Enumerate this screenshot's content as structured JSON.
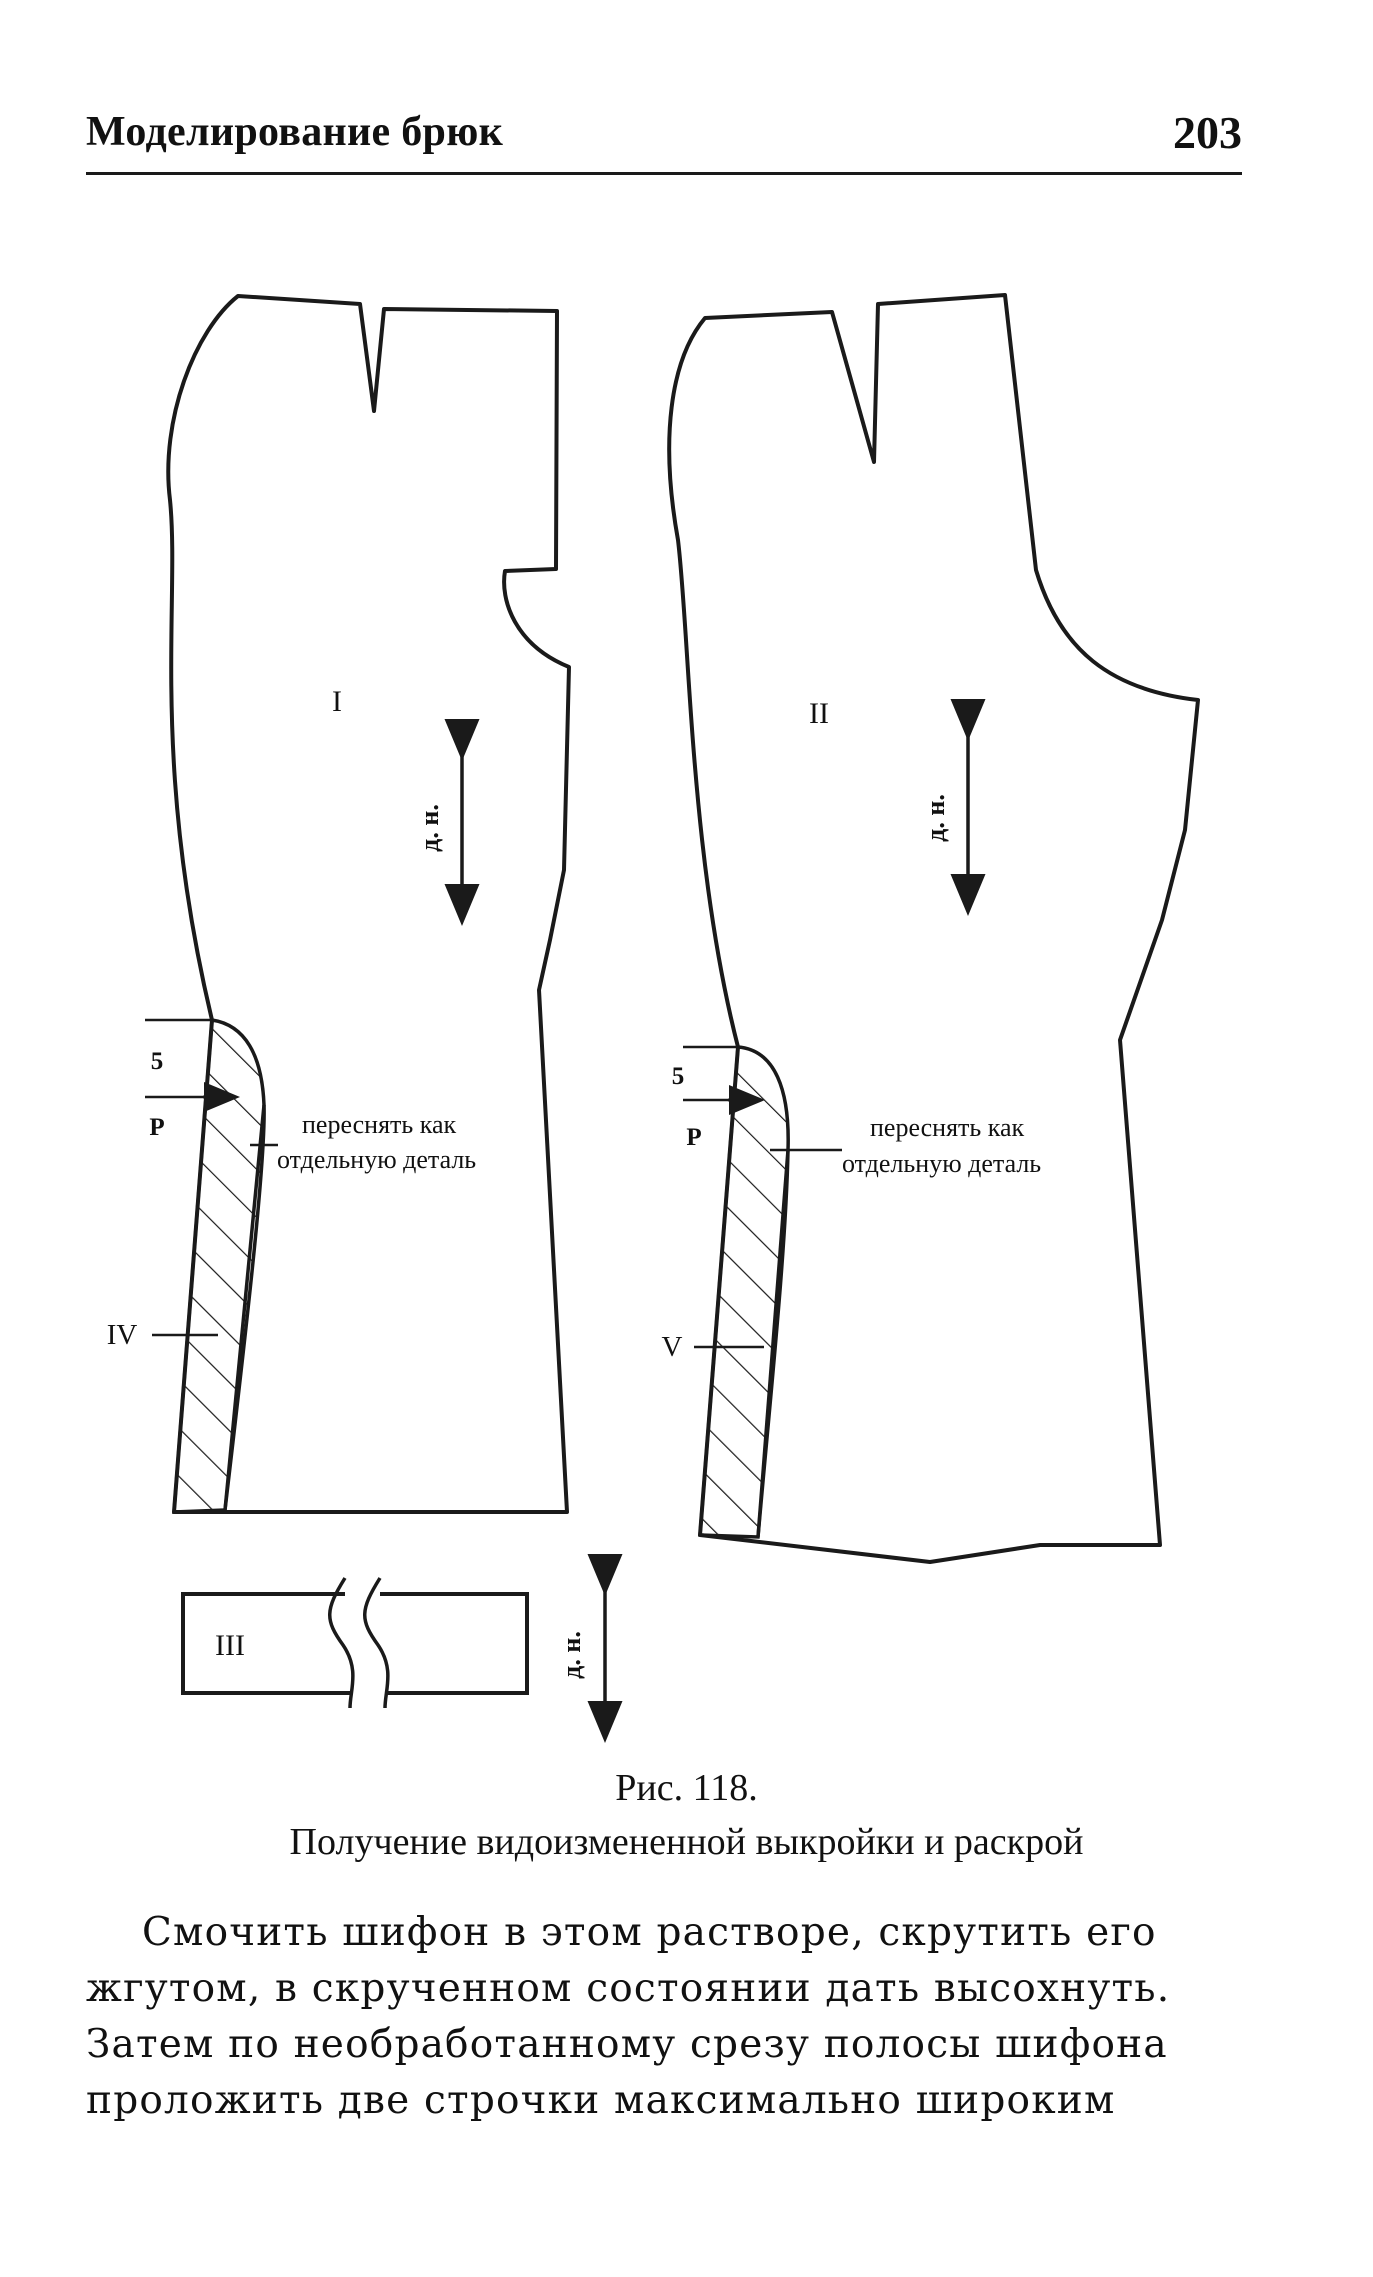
{
  "header": {
    "section_title": "Моделирование брюк",
    "page_number": "203"
  },
  "figure": {
    "piece_labels": {
      "front": "I",
      "back": "II",
      "strip": "III",
      "insert_front": "IV",
      "insert_back": "V"
    },
    "grain_label": "д. н.",
    "measure_5": "5",
    "measure_p": "Р",
    "note_line1": "переснять как",
    "note_line2": "отдельную деталь"
  },
  "caption": {
    "number": "Рис. 118.",
    "text": "Получение видоизмененной выкройки и раскрой"
  },
  "body": {
    "lines": [
      "Смочить шифон в этом растворе, скрутить его",
      "жгутом, в скрученном состоянии дать высохнуть.",
      "Затем по необработанному срезу полосы шифона",
      "проложить две строчки максимально широким"
    ]
  }
}
